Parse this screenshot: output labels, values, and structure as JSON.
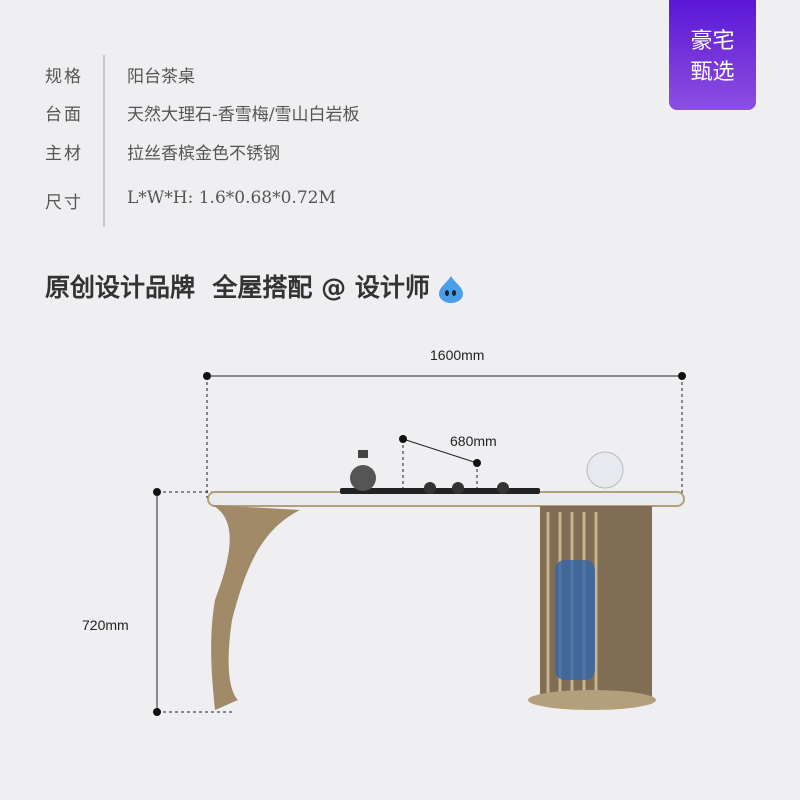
{
  "badge": {
    "line1": "豪宅",
    "line2": "甄选"
  },
  "specs": [
    {
      "label": "规格",
      "value": "阳台茶桌"
    },
    {
      "label": "台面",
      "value": "天然大理石-香雪梅/雪山白岩板"
    },
    {
      "label": "主材",
      "value": "拉丝香槟金色不锈钢"
    },
    {
      "label": "尺寸",
      "value": "L*W*H: 1.6*0.68*0.72M"
    }
  ],
  "slogan": "原创设计品牌  全屋搭配 @ 设计师",
  "dimensions": {
    "length": "1600mm",
    "width": "680mm",
    "height": "720mm"
  }
}
